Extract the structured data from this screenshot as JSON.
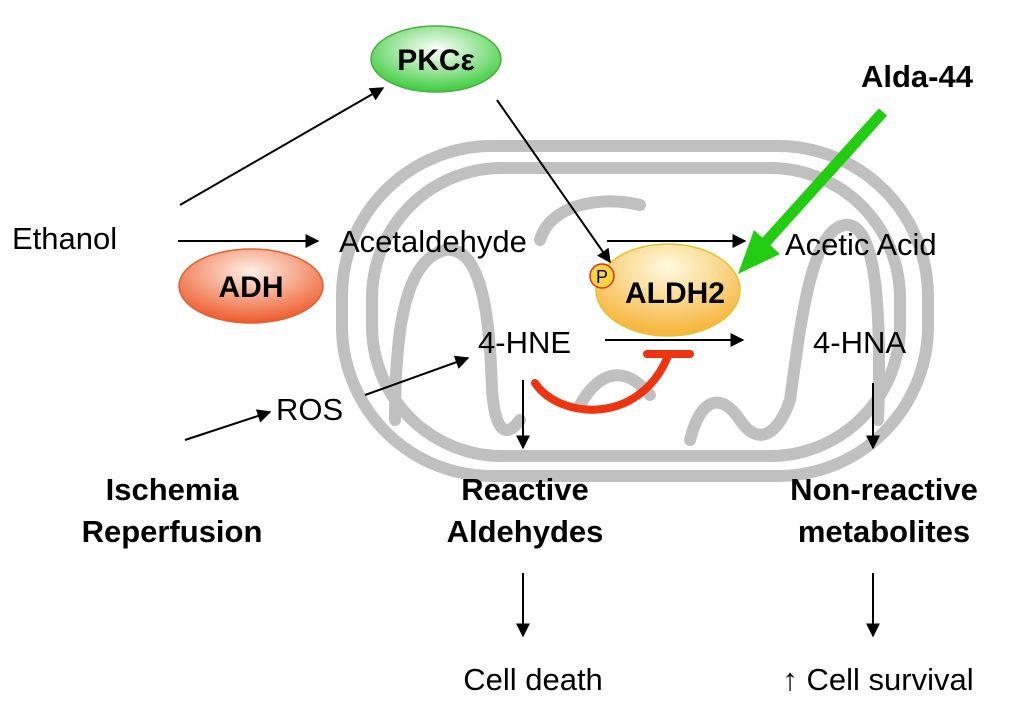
{
  "nodes": {
    "pkc": "PKCε",
    "alda44": "Alda-44",
    "ethanol": "Ethanol",
    "acetaldehyde": "Acetaldehyde",
    "acetic_acid": "Acetic Acid",
    "adh": "ADH",
    "phospho": "P",
    "aldh2": "ALDH2",
    "hne": "4-HNE",
    "hna": "4-HNA",
    "ros": "ROS",
    "ischemia_line1": "Ischemia",
    "ischemia_line2": "Reperfusion",
    "reactive_line1": "Reactive",
    "reactive_line2": "Aldehydes",
    "nonreactive_line1": "Non-reactive",
    "nonreactive_line2": "metabolites",
    "cell_death": "Cell death",
    "cell_survival": "↑ Cell survival"
  },
  "colors": {
    "pkc_fill": "#3ccc3c",
    "adh_fill": "#ee5a2a",
    "aldh2_fill": "#f7b740",
    "alda_arrow": "#22cc11",
    "inhibition": "#ee3311",
    "mitochondrion": "#c0c0c0"
  }
}
